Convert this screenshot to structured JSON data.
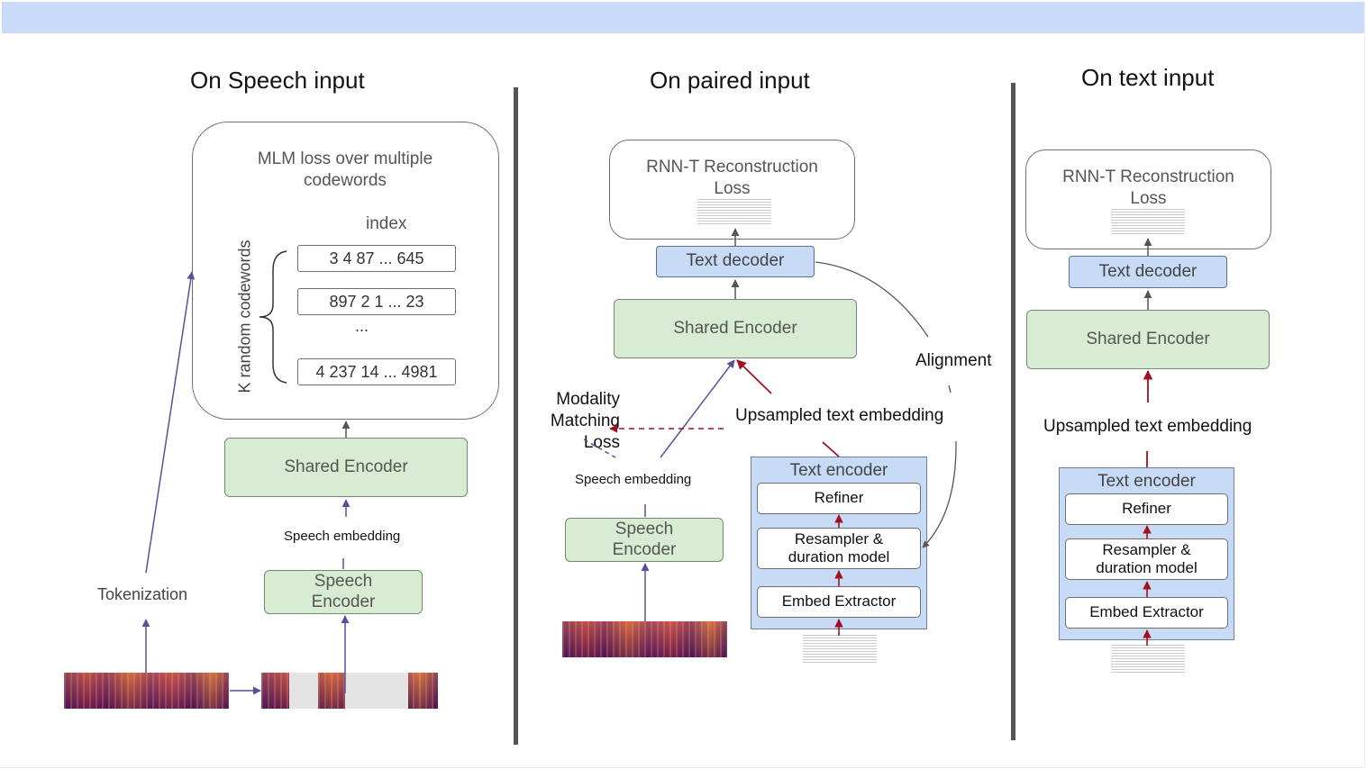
{
  "panels": {
    "speech": {
      "title": "On Speech input",
      "mlm": "MLM loss over multiple codewords",
      "index_label": "index",
      "k_label": "K random codewords",
      "codewords": [
        "3 4 87 ... 645",
        "897 2 1 ... 23",
        "4 237 14 ... 4981"
      ],
      "ellipsis": "...",
      "shared_encoder": "Shared Encoder",
      "speech_embedding": "Speech embedding",
      "speech_encoder": "Speech Encoder",
      "tokenization": "Tokenization"
    },
    "paired": {
      "title": "On paired input",
      "rnnt": "RNN-T Reconstruction Loss",
      "text_decoder": "Text decoder",
      "shared_encoder": "Shared Encoder",
      "alignment": "Alignment",
      "modality_loss": "Modality Matching Loss",
      "upsampled": "Upsampled text embedding",
      "speech_embedding": "Speech embedding",
      "speech_encoder": "Speech Encoder",
      "text_encoder": "Text encoder",
      "refiner": "Refiner",
      "resampler": "Resampler & duration model",
      "embed_extractor": "Embed Extractor"
    },
    "text": {
      "title": "On text input",
      "rnnt": "RNN-T Reconstruction Loss",
      "text_decoder": "Text decoder",
      "shared_encoder": "Shared Encoder",
      "upsampled": "Upsampled text embedding",
      "text_encoder": "Text encoder",
      "refiner": "Refiner",
      "resampler": "Resampler & duration model",
      "embed_extractor": "Embed Extractor"
    }
  },
  "colors": {
    "header_bar": "#c9dbf8",
    "encoder_green": "#d8ecd3",
    "module_blue": "#c7dbf6",
    "arrow_red": "#a01020",
    "arrow_purple": "#5a4f9a"
  }
}
